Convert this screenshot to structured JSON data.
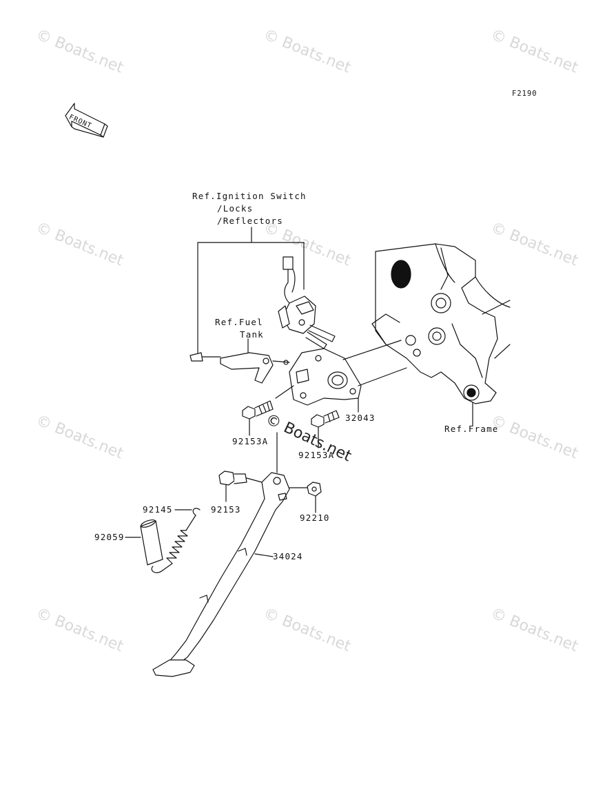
{
  "figure_code": "F2190",
  "front_label": "FRONT",
  "watermark": "© Boats.net",
  "center_watermark": "© Boats.net",
  "refs": {
    "ignition_line1": "Ref.Ignition Switch",
    "ignition_line2": "/Locks",
    "ignition_line3": "/Reflectors",
    "fuel_line1": "Ref.Fuel",
    "fuel_line2": "Tank",
    "frame": "Ref.Frame"
  },
  "parts": {
    "p32043": "32043",
    "p92153A_left": "92153A",
    "p92153A_right": "92153A",
    "p92153": "92153",
    "p92210": "92210",
    "p92145": "92145",
    "p92059": "92059",
    "p34024": "34024"
  }
}
